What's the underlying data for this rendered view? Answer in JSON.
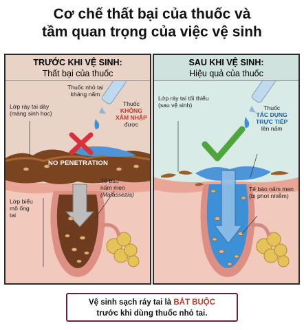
{
  "title": {
    "line1": "Cơ chế thất bại của thuốc và",
    "line2": "tầm quan trọng của việc vệ sinh"
  },
  "left_panel": {
    "header_line1": "TRƯỚC KHI VỆ SINH:",
    "header_line2": "Thất bại của thuốc",
    "label_drops": [
      "Thuốc nhỏ tai",
      "kháng nấm"
    ],
    "label_thick_wax": [
      "Lớp ráy tai dày",
      "(màng sinh học)"
    ],
    "label_drug_prefix": "Thuốc",
    "label_drug_emph": [
      "KHÔNG",
      "XÂM NHẬP"
    ],
    "label_drug_suffix": "được",
    "no_penetration": "NO PENETRATION",
    "label_yeast": [
      "Tế bào",
      "nấm men"
    ],
    "label_yeast_species": "(Malassezia)",
    "label_epithelium": [
      "Lớp biểu",
      "mô ống",
      "tai"
    ],
    "colors": {
      "background": "#e8d3c6",
      "wax": "#6b3c1f",
      "cross": "#d8313a"
    }
  },
  "right_panel": {
    "header_line1": "SAU KHI VỆ SINH:",
    "header_line2": "Hiệu quả của thuốc",
    "label_min_wax": [
      "Lớp ráy tai tối thiểu",
      "(sau vệ sinh)"
    ],
    "label_drug_prefix": "Thuốc",
    "label_drug_emph": [
      "TÁC DỤNG",
      "TRỰC TIẾP"
    ],
    "label_drug_suffix": "lên nấm",
    "label_yeast": [
      "Tế bào nấm men",
      "(bị phơi nhiễm)"
    ],
    "colors": {
      "background": "#cfe2dd",
      "medicine": "#3d8fd6",
      "check": "#4da53b"
    }
  },
  "footer_note": {
    "line1_prefix": "Vệ sinh sạch ráy tai là ",
    "line1_emph": "BẮT BUỘC",
    "line2": "trước khi dùng thuốc nhỏ tai."
  }
}
